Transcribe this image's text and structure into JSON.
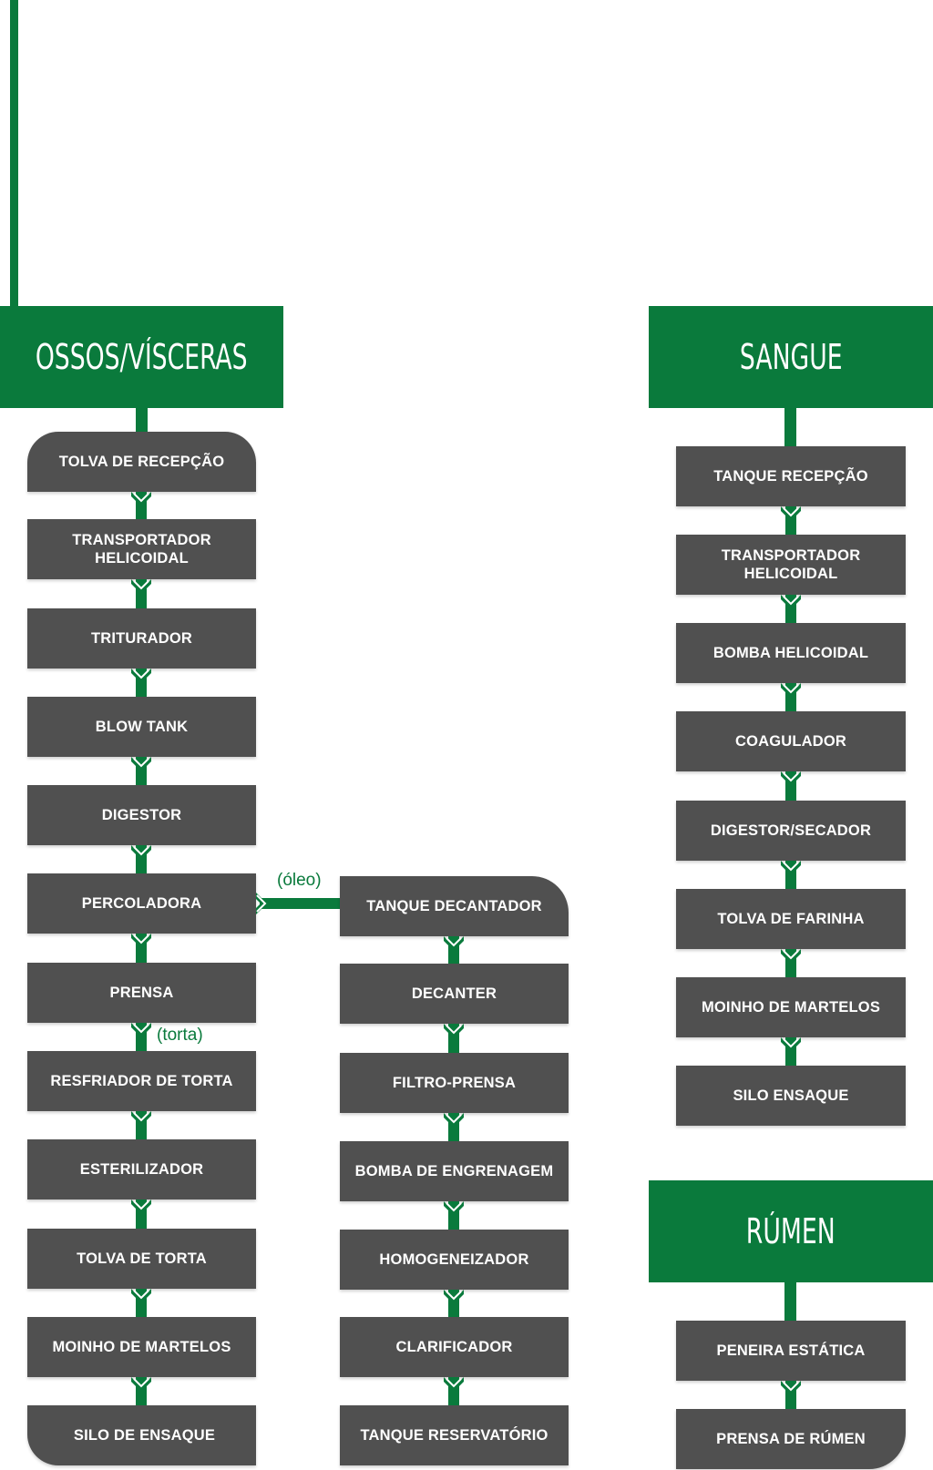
{
  "colors": {
    "green": "#0a7a3c",
    "box": "#505050",
    "text": "#ffffff"
  },
  "sections": {
    "ossos": {
      "title": "OSSOS/VÍSCERAS",
      "steps": [
        "TOLVA DE RECEPÇÃO",
        "TRANSPORTADOR HELICOIDAL",
        "TRITURADOR",
        "BLOW TANK",
        "DIGESTOR",
        "PERCOLADORA",
        "PRENSA",
        "RESFRIADOR DE TORTA",
        "ESTERILIZADOR",
        "TOLVA DE TORTA",
        "MOINHO DE MARTELOS",
        "SILO DE ENSAQUE"
      ],
      "note_torta": "(torta)"
    },
    "oleo": {
      "note_oleo": "(óleo)",
      "steps": [
        "TANQUE DECANTADOR",
        "DECANTER",
        "FILTRO-PRENSA",
        "BOMBA DE ENGRENAGEM",
        "HOMOGENEIZADOR",
        "CLARIFICADOR",
        "TANQUE RESERVATÓRIO"
      ]
    },
    "sangue": {
      "title": "SANGUE",
      "steps": [
        "TANQUE RECEPÇÃO",
        "TRANSPORTADOR HELICOIDAL",
        "BOMBA HELICOIDAL",
        "COAGULADOR",
        "DIGESTOR/SECADOR",
        "TOLVA DE FARINHA",
        "MOINHO DE MARTELOS",
        "SILO ENSAQUE"
      ]
    },
    "rumen": {
      "title": "RÚMEN",
      "steps": [
        "PENEIRA ESTÁTICA",
        "PRENSA DE RÚMEN"
      ]
    }
  }
}
